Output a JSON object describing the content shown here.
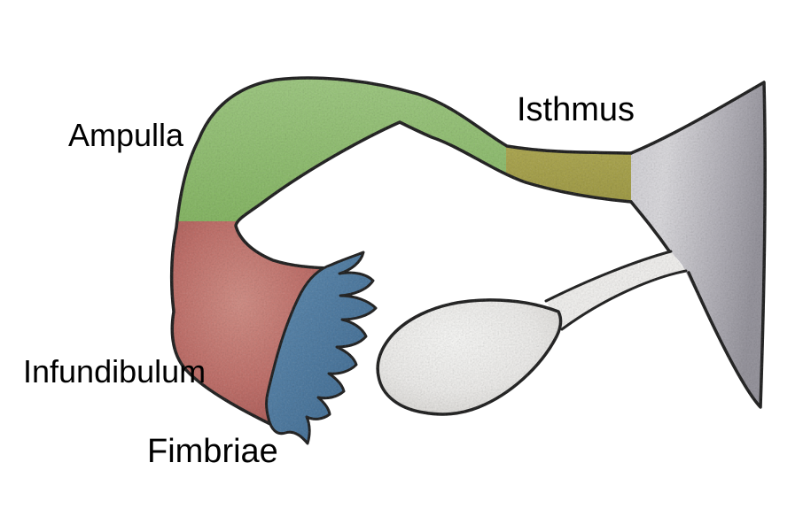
{
  "figure": {
    "type": "anatomical-diagram",
    "subject": "Fallopian tube regions with ovary and uterus",
    "background_color": "#ffffff",
    "outline_color": "#1b1b1b",
    "labels": {
      "ampulla": "Ampulla",
      "isthmus": "Isthmus",
      "infundibulum": "Infundibulum",
      "fimbriae": "Fimbriae"
    },
    "regions": [
      {
        "name": "ampulla",
        "label": "Ampulla",
        "color": "#84b761"
      },
      {
        "name": "isthmus",
        "label": "Isthmus",
        "color": "#a8a349"
      },
      {
        "name": "infundibulum",
        "label": "Infundibulum",
        "color": "#c16d67"
      },
      {
        "name": "fimbriae",
        "label": "Fimbriae",
        "color": "#4a7aa3"
      },
      {
        "name": "uterus",
        "label": "",
        "color": "#b5b3bb"
      },
      {
        "name": "ovary",
        "label": "",
        "color": "#f0efec"
      },
      {
        "name": "ovarian-ligament",
        "label": "",
        "color": "#f4f3f1"
      }
    ]
  }
}
